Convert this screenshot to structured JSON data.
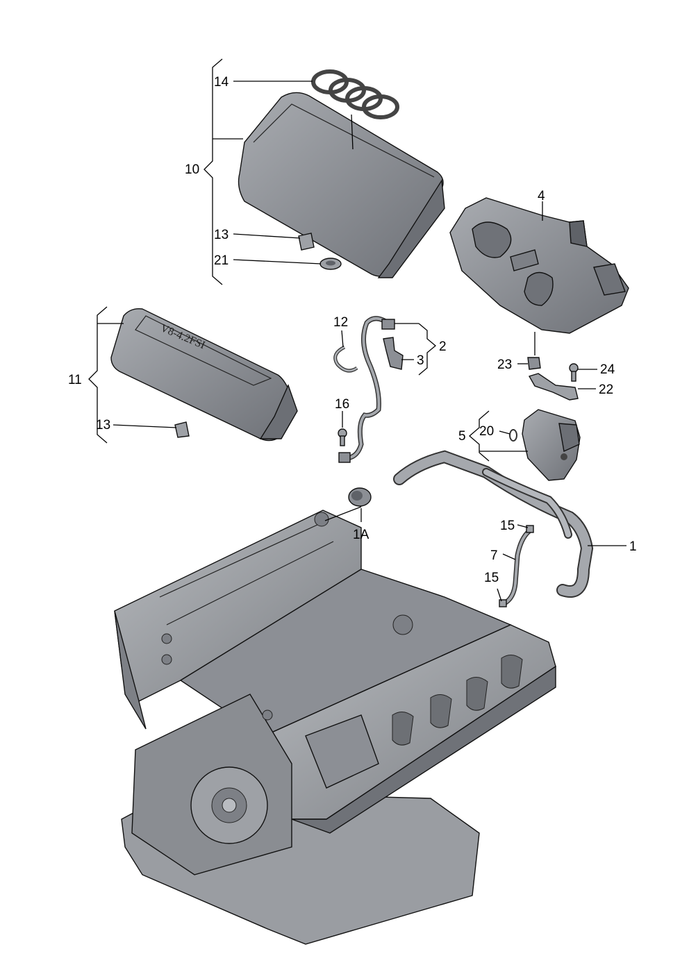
{
  "labels": {
    "p1": "1",
    "p1a": "1A",
    "p2": "2",
    "p3": "3",
    "p4": "4",
    "p5": "5",
    "p7": "7",
    "p10": "10",
    "p11": "11",
    "p12": "12",
    "p13a": "13",
    "p13b": "13",
    "p14": "14",
    "p15a": "15",
    "p15b": "15",
    "p16": "16",
    "p20": "20",
    "p21": "21",
    "p22": "22",
    "p23": "23",
    "p24": "24"
  },
  "cover_text": "V8-4.2FSI",
  "colors": {
    "part_fill": "#8c8f95",
    "part_dark": "#5f6268",
    "part_light": "#b9bcc1",
    "engine_fill": "#a3a6ab",
    "engine_dark": "#6d7075",
    "line": "#000000",
    "background": "#ffffff"
  }
}
